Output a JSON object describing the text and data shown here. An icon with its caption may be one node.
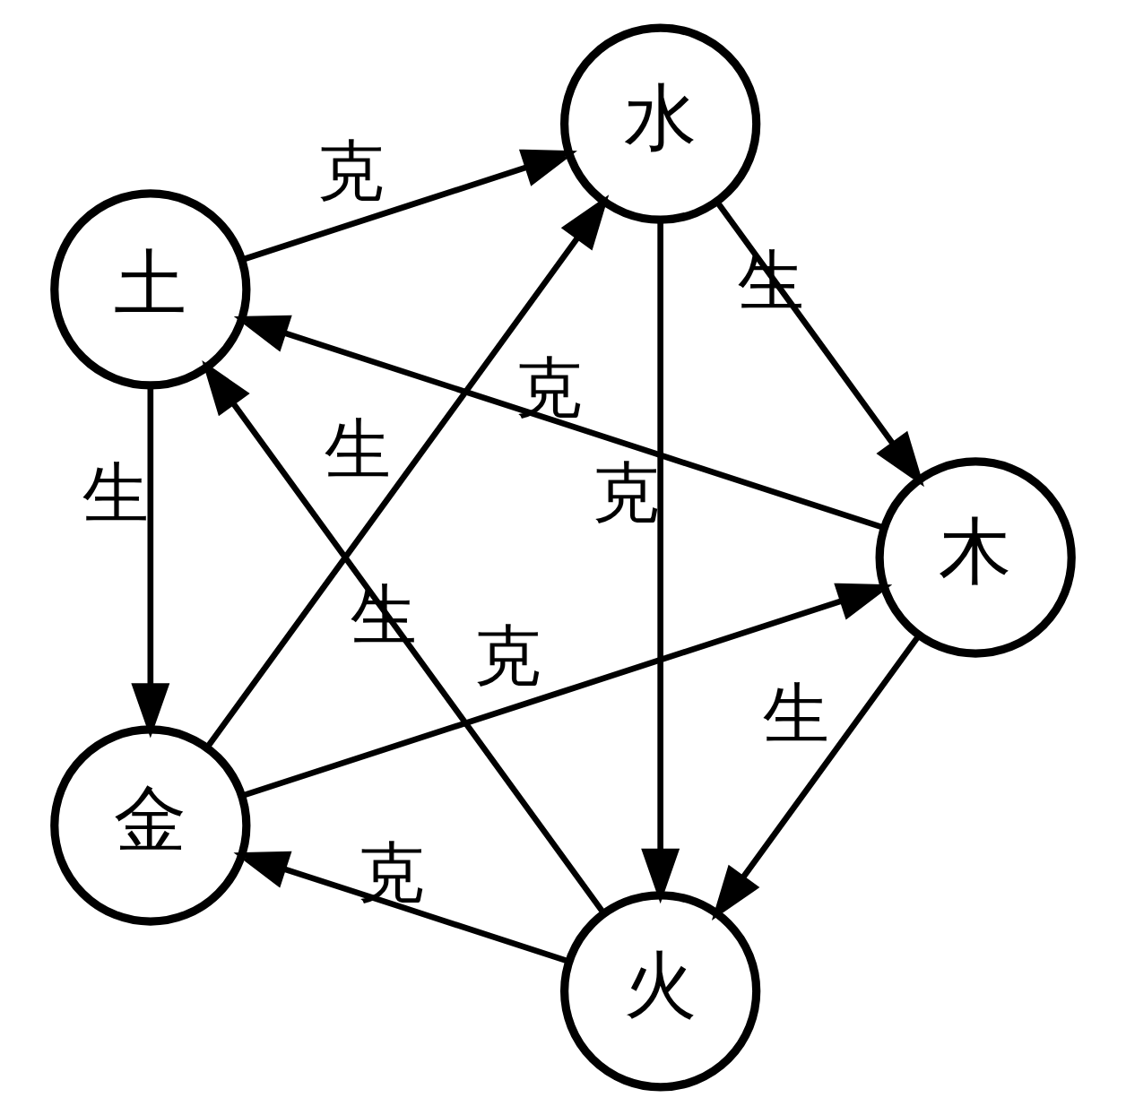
{
  "diagram": {
    "nodes": [
      {
        "text": [
          "火"
        ]
      },
      {
        "text": [
          "木"
        ]
      },
      {
        "text": [
          "土"
        ]
      },
      {
        "text": [
          "水"
        ]
      },
      {
        "text": [
          "金"
        ]
      }
    ],
    "edges": [
      {
        "from": 1,
        "to": 0,
        "arrow": "to",
        "label": "生"
      },
      {
        "from": 0,
        "to": 2,
        "arrow": "to",
        "label": "生"
      },
      {
        "from": 2,
        "to": 4,
        "arrow": "to",
        "label": "生"
      },
      {
        "from": 4,
        "to": 3,
        "arrow": "to",
        "label": "生"
      },
      {
        "from": 3,
        "to": 1,
        "arrow": "to",
        "label": "生"
      },
      {
        "from": 1,
        "to": 2,
        "arrow": "to",
        "label": "克"
      },
      {
        "from": 0,
        "to": 4,
        "arrow": "to",
        "label": "克"
      },
      {
        "from": 2,
        "to": 3,
        "arrow": "to",
        "label": "克"
      },
      {
        "from": 3,
        "to": 0,
        "arrow": "to",
        "label": "克"
      },
      {
        "from": 4,
        "to": 1,
        "arrow": "to",
        "label": "克"
      }
    ]
  }
}
